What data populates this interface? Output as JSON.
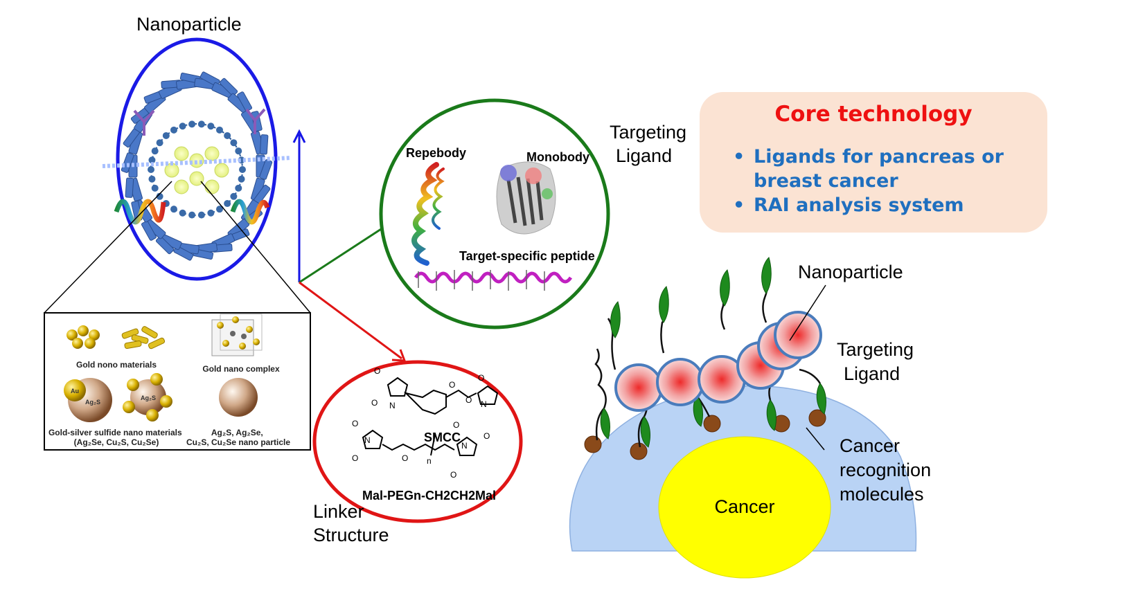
{
  "labels": {
    "nanoparticle_top": "Nanoparticle",
    "targeting_ligand_top": [
      "Targeting",
      "Ligand"
    ],
    "repebody": "Repebody",
    "monobody": "Monobody",
    "target_peptide": "Target-specific peptide",
    "smcc": "SMCC",
    "mal_peg": "Mal-PEGn-CH2CH2Mal",
    "linker_structure": [
      "Linker",
      "Structure"
    ],
    "gold_nono_materials": "Gold nono materials",
    "gold_nano_complex": "Gold nano complex",
    "gold_silver_sulfide": [
      "Gold-silver sulfide nano materials",
      "(Ag₂Se, Cu₂S, Cu₂Se)"
    ],
    "ag2s_particles": [
      "Ag₂S, Ag₂Se,",
      "Cu₂S, Cu₂Se nano particle"
    ],
    "au": "Au",
    "ag2s": "Ag₂S",
    "nanoparticle_cell": "Nanoparticle",
    "targeting_ligand_cell": [
      "Targeting",
      "Ligand"
    ],
    "cancer_recognition": [
      "Cancer",
      "recognition",
      "molecules"
    ],
    "cancer": "Cancer",
    "chem_o": "O",
    "chem_n": "N",
    "chem_n_sub": "n"
  },
  "core": {
    "title": "Core technology",
    "items": [
      "Ligands for pancreas or\nbreast cancer",
      "RAI analysis system"
    ],
    "bullet": "•"
  },
  "colors": {
    "blue_arrow": "#1515e6",
    "green": "#1a7a1a",
    "red": "#e01515",
    "core_title": "#ee1111",
    "core_text": "#1f6fbf",
    "cancer": "#ffff00",
    "cell": "#b9d3f5"
  }
}
